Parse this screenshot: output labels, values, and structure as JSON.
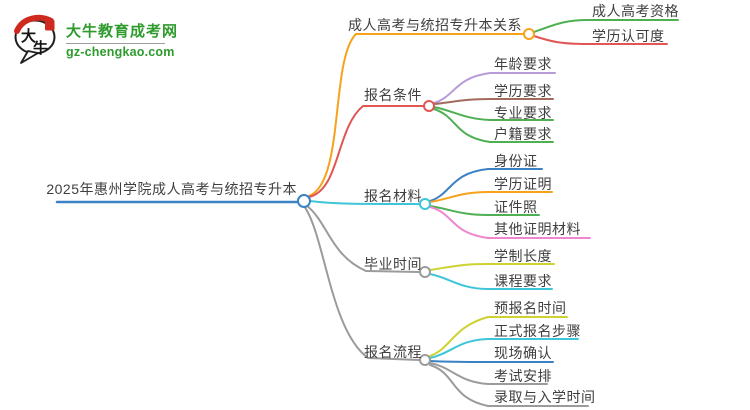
{
  "logo": {
    "icon_char_1": "大",
    "icon_char_2": "牛",
    "title": "大牛教育成考网",
    "domain": "gz-chengkao.com",
    "brand_green": "#2e9b2d",
    "brand_red": "#cf2a1f"
  },
  "root": {
    "label": "2025年惠州学院成人高考与统招专升本",
    "color": "#3b82c4"
  },
  "branches": [
    {
      "label": "成人高考与统招专升本关系",
      "color": "#f7a21b",
      "children": [
        {
          "label": "成人高考资格",
          "color": "#4fb053"
        },
        {
          "label": "学历认可度",
          "color": "#e15654"
        }
      ]
    },
    {
      "label": "报名条件",
      "color": "#e15654",
      "children": [
        {
          "label": "年龄要求",
          "color": "#b79bd8"
        },
        {
          "label": "学历要求",
          "color": "#a26b5e"
        },
        {
          "label": "专业要求",
          "color": "#4fb053"
        },
        {
          "label": "户籍要求",
          "color": "#4fb053"
        }
      ]
    },
    {
      "label": "报名材料",
      "color": "#3ec6d8",
      "children": [
        {
          "label": "身份证",
          "color": "#3b82c4"
        },
        {
          "label": "学历证明",
          "color": "#f7a21b"
        },
        {
          "label": "证件照",
          "color": "#4fb053"
        },
        {
          "label": "其他证明材料",
          "color": "#ef87ce"
        }
      ]
    },
    {
      "label": "毕业时间",
      "color": "#9b9b9b",
      "children": [
        {
          "label": "学制长度",
          "color": "#ccd22f"
        },
        {
          "label": "课程要求",
          "color": "#3ec6d8"
        }
      ]
    },
    {
      "label": "报名流程",
      "color": "#9b9b9b",
      "children": [
        {
          "label": "预报名时间",
          "color": "#ccd22f"
        },
        {
          "label": "正式报名步骤",
          "color": "#3ec6d8"
        },
        {
          "label": "现场确认",
          "color": "#3b82c4"
        },
        {
          "label": "考试安排",
          "color": "#9b9b9b"
        },
        {
          "label": "录取与入学时间",
          "color": "#9b9b9b"
        }
      ]
    }
  ]
}
